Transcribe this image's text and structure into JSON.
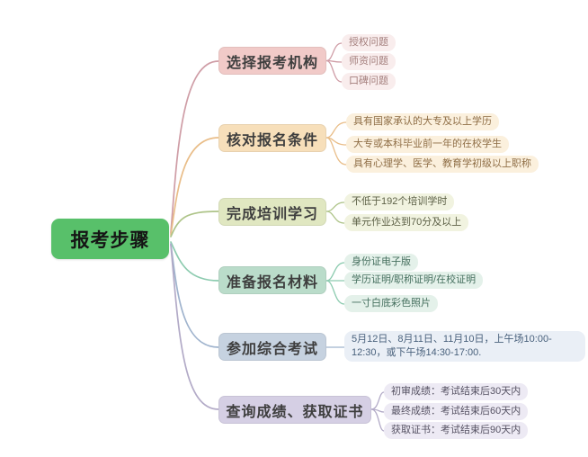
{
  "root": {
    "label": "报考步骤",
    "bg": "#58c06a",
    "text_color": "#151515"
  },
  "branches": [
    {
      "label": "选择报考机构",
      "line_color": "#cf9da6",
      "bg": "#f1cac8",
      "sub_bg": "#f9eded",
      "sub_text_color": "#a37e7c",
      "children": [
        "授权问题",
        "师资问题",
        "口碑问题"
      ]
    },
    {
      "label": "核对报名条件",
      "line_color": "#e9bd88",
      "bg": "#f7dfba",
      "sub_bg": "#fbf0dd",
      "sub_text_color": "#8f6e46",
      "children": [
        "具有国家承认的大专及以上学历",
        "大专或本科毕业前一年的在校学生",
        "具有心理学、医学、教育学初级以上职称"
      ]
    },
    {
      "label": "完成培训学习",
      "line_color": "#aec489",
      "bg": "#e0e7c1",
      "sub_bg": "#f1f3e0",
      "sub_text_color": "#5d6147",
      "children": [
        "不低于192个培训学时",
        "单元作业达到70分及以上"
      ]
    },
    {
      "label": "准备报名材料",
      "line_color": "#8ccbaf",
      "bg": "#badcca",
      "sub_bg": "#e4f1ea",
      "sub_text_color": "#46705f",
      "children": [
        "身份证电子版",
        "学历证明/职称证明/在校证明",
        "一寸白底彩色照片"
      ]
    },
    {
      "label": "参加综合考试",
      "line_color": "#9fb3cd",
      "bg": "#c6d2e0",
      "sub_bg": "#eaeff6",
      "sub_text_color": "#49617c",
      "children": [
        "5月12日、8月11日、11月10日，上午场10:00-12:30，或下午场14:30-17:00."
      ]
    },
    {
      "label": "查询成绩、获取证书",
      "line_color": "#b2aac7",
      "bg": "#d5cfe4",
      "sub_bg": "#edeaf4",
      "sub_text_color": "#565263",
      "children": [
        "初审成绩：考试结束后30天内",
        "最终成绩：考试结束后60天内",
        "获取证书：考试结束后90天内"
      ]
    }
  ]
}
